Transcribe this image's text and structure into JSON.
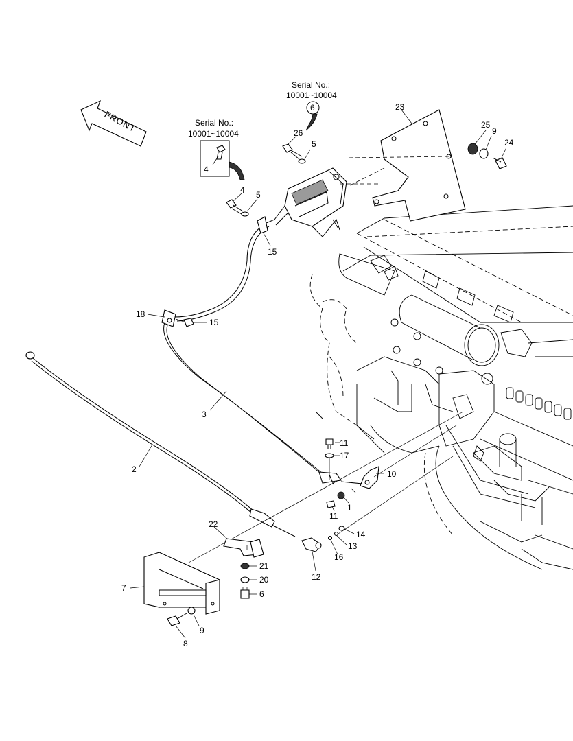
{
  "front_label": "FRONT",
  "serial_note_left": {
    "line1": "Serial No.:",
    "line2": "10001~10004",
    "part": "4"
  },
  "serial_note_top": {
    "line1": "Serial No.:",
    "line2": "10001~10004",
    "callout": "6"
  },
  "labels": {
    "l2": "2",
    "l3": "3",
    "l4": "4",
    "l5a": "5",
    "l5b": "5",
    "l6": "6",
    "l7": "7",
    "l8": "8",
    "l9a": "9",
    "l9b": "9",
    "l10": "10",
    "l11a": "11",
    "l11b": "11",
    "l12": "12",
    "l13": "13",
    "l14": "14",
    "l15a": "15",
    "l15b": "15",
    "l16": "16",
    "l17": "17",
    "l18": "18",
    "l20": "20",
    "l21": "21",
    "l22": "22",
    "l23": "23",
    "l24": "24",
    "l25": "25",
    "l26": "26"
  }
}
